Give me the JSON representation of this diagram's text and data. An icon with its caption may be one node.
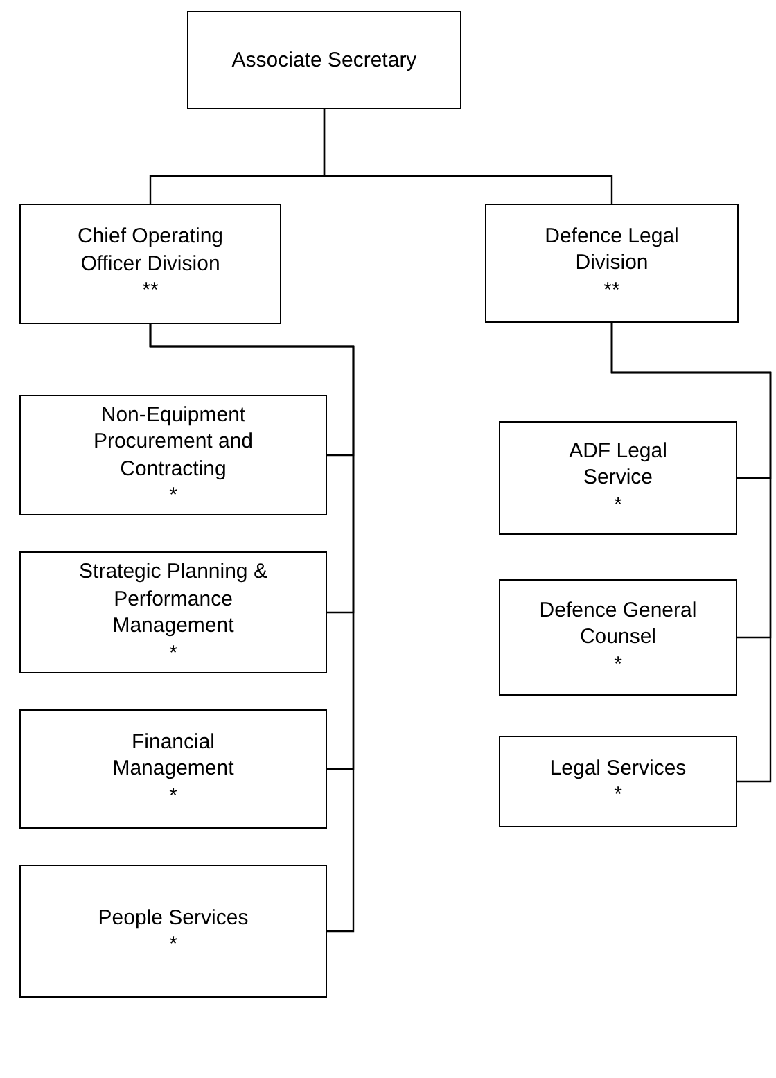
{
  "diagram": {
    "nodes": [
      {
        "text": [
          "Associate Secretary"
        ]
      },
      {
        "text": [
          "Chief Operating Officer Division",
          "**"
        ]
      },
      {
        "text": [
          "Defence Legal Division",
          "**"
        ]
      },
      {
        "text": [
          "Non-Equipment Procurement and Contracting",
          "*"
        ]
      },
      {
        "text": [
          "Strategic Planning & Performance Management",
          "*"
        ]
      },
      {
        "text": [
          "Financial Management",
          "*"
        ]
      },
      {
        "text": [
          "People Services",
          "*"
        ]
      },
      {
        "text": [
          "ADF Legal Service",
          "*"
        ]
      },
      {
        "text": [
          "Defence General Counsel",
          "*"
        ]
      },
      {
        "text": [
          "Legal Services",
          "*"
        ]
      }
    ],
    "edges": [
      {
        "from": 0,
        "to": 1,
        "arrow": "none"
      },
      {
        "from": 0,
        "to": 2,
        "arrow": "none"
      },
      {
        "from": 1,
        "to": 3,
        "arrow": "none"
      },
      {
        "from": 1,
        "to": 4,
        "arrow": "none"
      },
      {
        "from": 1,
        "to": 5,
        "arrow": "none"
      },
      {
        "from": 1,
        "to": 6,
        "arrow": "none"
      },
      {
        "from": 2,
        "to": 7,
        "arrow": "none"
      },
      {
        "from": 2,
        "to": 8,
        "arrow": "none"
      },
      {
        "from": 2,
        "to": 9,
        "arrow": "none"
      }
    ]
  }
}
